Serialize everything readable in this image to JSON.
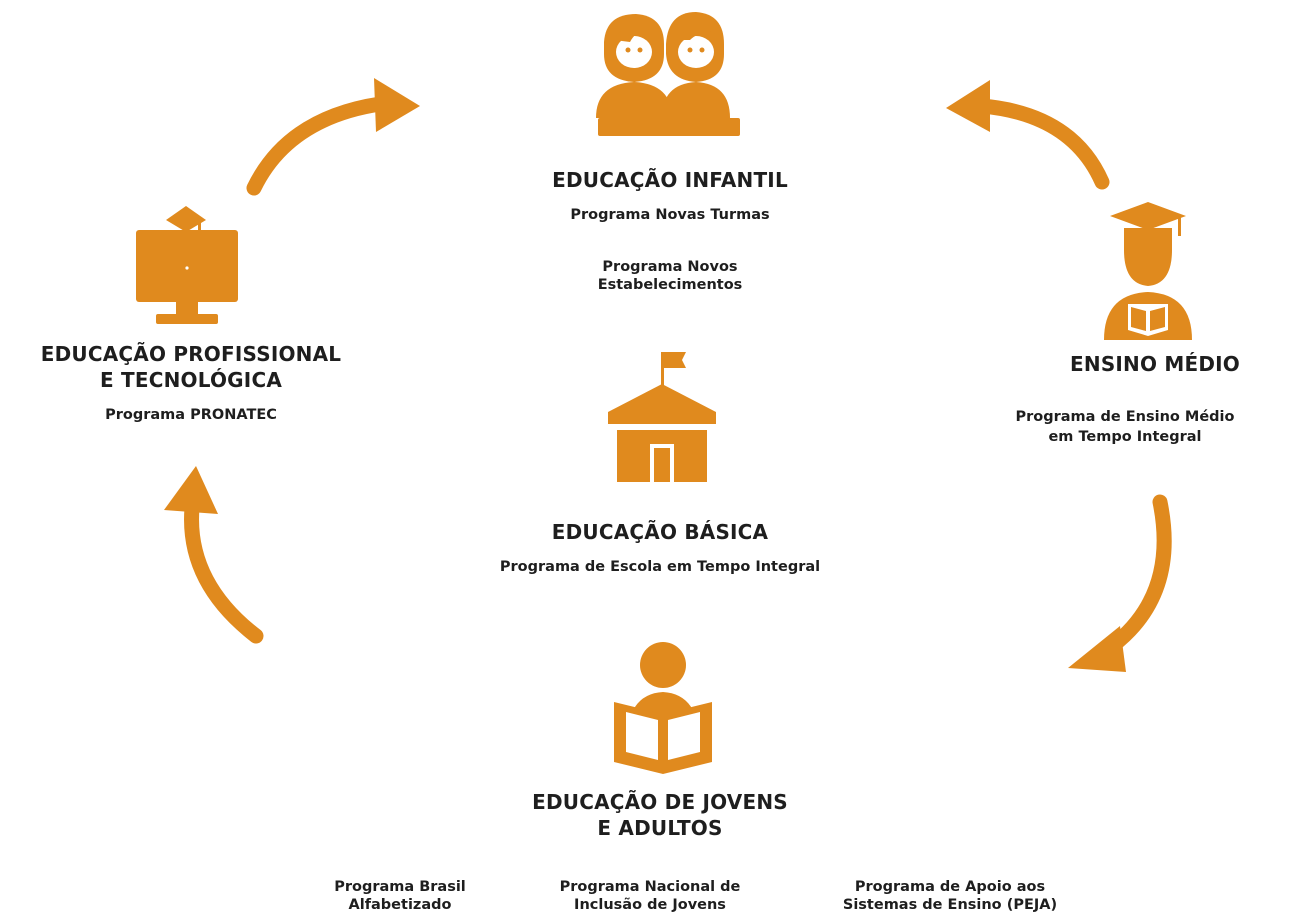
{
  "colors": {
    "accent": "#e08a1e",
    "text": "#1e1e1e",
    "background": "#ffffff"
  },
  "center": {
    "icon": "school-icon",
    "title": "EDUCAÇÃO BÁSICA",
    "program": "Programa de Escola em Tempo Integral"
  },
  "nodes": {
    "infantil": {
      "icon": "children-icon",
      "title": "EDUCAÇÃO INFANTIL",
      "programs": [
        "Programa Novas Turmas",
        "Programa Novos",
        "Estabelecimentos"
      ]
    },
    "medio": {
      "icon": "graduate-icon",
      "title": "ENSINO MÉDIO",
      "programs": [
        "Programa de Ensino Médio",
        "em Tempo Integral"
      ]
    },
    "jovens": {
      "icon": "reader-icon",
      "title_line1": "EDUCAÇÃO DE JOVENS",
      "title_line2": "E ADULTOS",
      "programs": [
        {
          "line1": "Programa Brasil",
          "line2": "Alfabetizado"
        },
        {
          "line1": "Programa Nacional de",
          "line2": "Inclusão de Jovens"
        },
        {
          "line1": "Programa de Apoio aos",
          "line2": "Sistemas de Ensino (PEJA)"
        }
      ]
    },
    "profissional": {
      "icon": "computer-graduation-icon",
      "title_line1": "EDUCAÇÃO PROFISSIONAL",
      "title_line2": "E TECNOLÓGICA",
      "programs": [
        "Programa PRONATEC"
      ]
    }
  },
  "arrows": [
    "cycle-arrow-icon",
    "cycle-arrow-icon",
    "cycle-arrow-icon",
    "cycle-arrow-icon"
  ]
}
